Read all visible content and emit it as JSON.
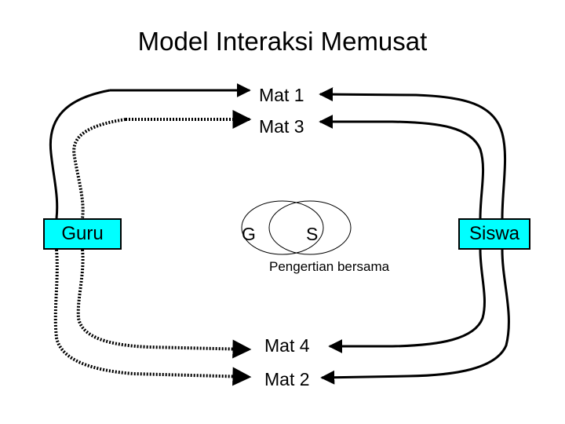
{
  "title": "Model Interaksi Memusat",
  "left_box": "Guru",
  "right_box": "Siswa",
  "center": {
    "left_circle": "G",
    "right_circle": "S",
    "caption": "Pengertian bersama"
  },
  "materials": {
    "mat1": "Mat 1",
    "mat3": "Mat 3",
    "mat4": "Mat 4",
    "mat2": "Mat 2"
  },
  "colors": {
    "box_fill": "#00ffff",
    "line": "#000000"
  }
}
